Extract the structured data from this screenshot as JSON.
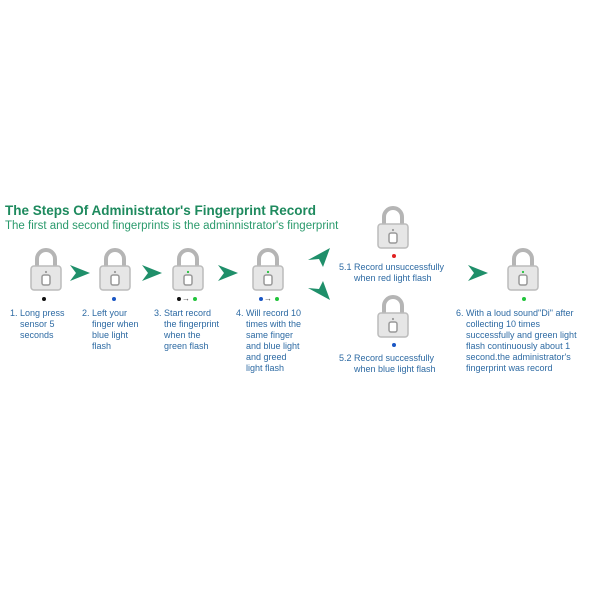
{
  "title": "The Steps Of Administrator's Fingerprint Record",
  "subtitle": "The first and second fingerprints is the adminnistrator's fingerprint",
  "steps": {
    "s1": "1. Long press\n    sensor 5\n    seconds",
    "s2": "2. Left your\n    finger when\n    blue light\n    flash",
    "s3": "3. Start record\n    the fingerprint\n    when the\n    green flash",
    "s4": "4. Will record 10\n    times with the\n    same finger\n    and blue light\n    and greed\n    light flash",
    "s51": "5.1 Record unsuccessfully\n      when red light flash",
    "s52": "5.2 Record successfully\n      when blue light flash",
    "s6": "6. With a loud sound\"Di\" after\n    collecting 10 times\n    successfully and green light\n    flash continuously about 1\n    second.the administrator's\n    fingerprint was record"
  },
  "colors": {
    "black": "#111111",
    "blue": "#1a56c4",
    "green": "#22c43c",
    "red": "#e02020",
    "accent": "#1e8a5e",
    "arrow": "#1f8f6a"
  }
}
